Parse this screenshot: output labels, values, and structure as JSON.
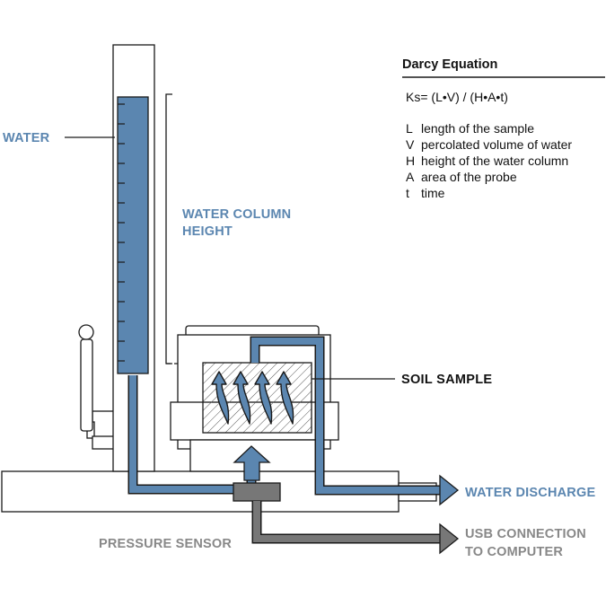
{
  "labels": {
    "water": "WATER",
    "water_column_height_line1": "WATER COLUMN",
    "water_column_height_line2": "HEIGHT",
    "soil_sample": "SOIL SAMPLE",
    "water_discharge": "WATER DISCHARGE",
    "pressure_sensor": "PRESSURE SENSOR",
    "usb_connection_line1": "USB CONNECTION",
    "usb_connection_line2": "TO COMPUTER"
  },
  "equation": {
    "title": "Darcy Equation",
    "formula": "Ks= (L•V) / (H•A•t)",
    "terms": [
      {
        "symbol": "L",
        "description": "length of the sample"
      },
      {
        "symbol": "V",
        "description": "percolated volume of water"
      },
      {
        "symbol": "H",
        "description": "height of the water column"
      },
      {
        "symbol": "A",
        "description": "area of the probe"
      },
      {
        "symbol": "t",
        "description": "time"
      }
    ]
  },
  "colors": {
    "water_blue": "#5b86b0",
    "sensor_gray": "#777777",
    "outline": "#1a1a1a"
  }
}
